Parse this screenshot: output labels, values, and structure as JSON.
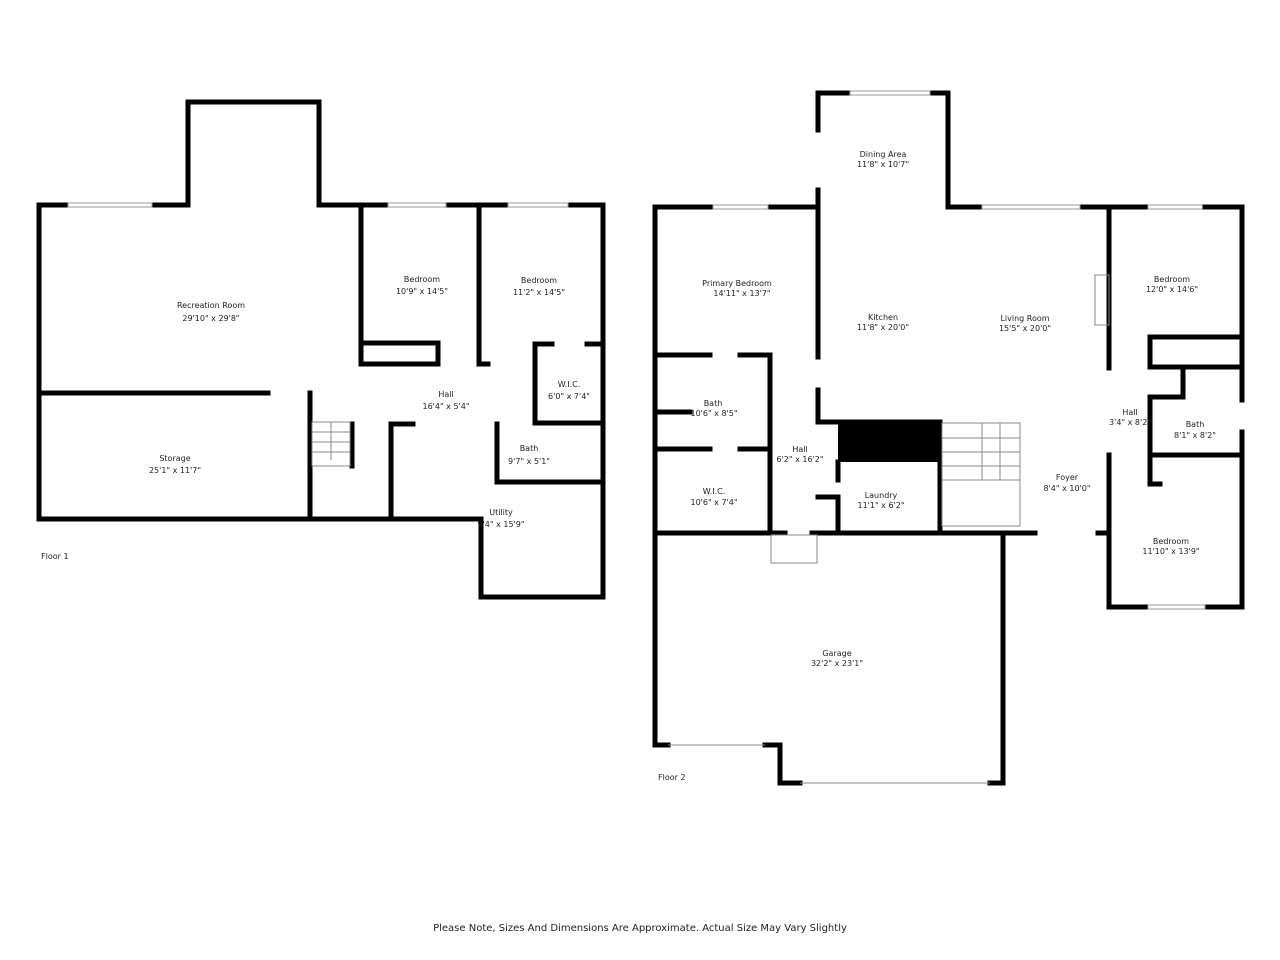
{
  "floors": [
    {
      "label": "Floor 1",
      "rooms": [
        {
          "name": "Recreation Room",
          "size": "29'10\" x 29'8\""
        },
        {
          "name": "Bedroom",
          "size": "10'9\" x 14'5\""
        },
        {
          "name": "Bedroom",
          "size": "11'2\" x 14'5\""
        },
        {
          "name": "W.I.C.",
          "size": "6'0\" x 7'4\""
        },
        {
          "name": "Hall",
          "size": "16'4\" x 5'4\""
        },
        {
          "name": "Storage",
          "size": "25'1\" x 11'7\""
        },
        {
          "name": "Bath",
          "size": "9'7\" x 5'1\""
        },
        {
          "name": "Utility",
          "size": "9'4\" x 15'9\""
        }
      ]
    },
    {
      "label": "Floor 2",
      "rooms": [
        {
          "name": "Dining Area",
          "size": "11'8\" x 10'7\""
        },
        {
          "name": "Primary Bedroom",
          "size": "14'11\" x 13'7\""
        },
        {
          "name": "Kitchen",
          "size": "11'8\" x 20'0\""
        },
        {
          "name": "Living Room",
          "size": "15'5\" x 20'0\""
        },
        {
          "name": "Bedroom",
          "size": "12'0\" x 14'6\""
        },
        {
          "name": "Bath",
          "size": "10'6\" x 8'5\""
        },
        {
          "name": "Hall",
          "size": "3'4\" x 8'2\""
        },
        {
          "name": "Bath",
          "size": "8'1\" x 8'2\""
        },
        {
          "name": "Hall",
          "size": "6'2\" x 16'2\""
        },
        {
          "name": "W.I.C.",
          "size": "10'6\" x 7'4\""
        },
        {
          "name": "Laundry",
          "size": "11'1\" x 6'2\""
        },
        {
          "name": "Foyer",
          "size": "8'4\" x 10'0\""
        },
        {
          "name": "Bedroom",
          "size": "11'10\" x 13'9\""
        },
        {
          "name": "Garage",
          "size": "32'2\" x 23'1\""
        }
      ]
    }
  ],
  "note": "Please Note, Sizes And Dimensions Are Approximate. Actual Size May Vary Slightly"
}
